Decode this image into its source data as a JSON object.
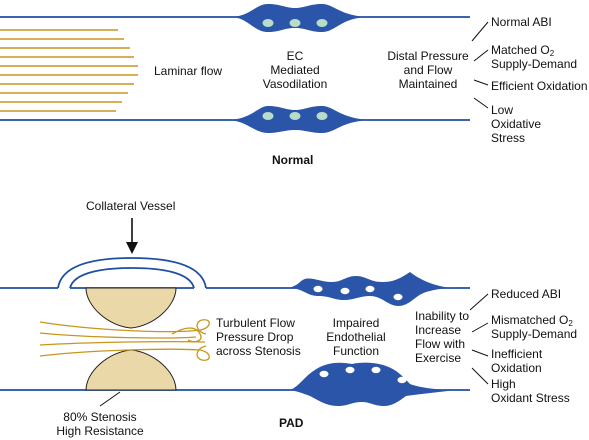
{
  "normal": {
    "title": "Normal",
    "laminar_flow": "Laminar flow",
    "ec_line1": "EC",
    "ec_line2": "Mediated",
    "ec_line3": "Vasodilation",
    "distal_line1": "Distal Pressure",
    "distal_line2": "and Flow",
    "distal_line3": "Maintained",
    "outcome_abi": "Normal ABI",
    "outcome_supply_pre": "Matched O",
    "outcome_supply_sub": "2",
    "outcome_supply_line2": "Supply-Demand",
    "outcome_oxidation": "Efficient Oxidation",
    "outcome_stress_line1": "Low",
    "outcome_stress_line2": "Oxidative",
    "outcome_stress_line3": "Stress"
  },
  "pad": {
    "title": "PAD",
    "collateral": "Collateral Vessel",
    "turbulent_line1": "Turbulent Flow",
    "turbulent_line2": "Pressure Drop",
    "turbulent_line3": "across Stenosis",
    "impaired_line1": "Impaired",
    "impaired_line2": "Endothelial",
    "impaired_line3": "Function",
    "inability_line1": "Inability to",
    "inability_line2": "Increase",
    "inability_line3": "Flow with",
    "inability_line4": "Exercise",
    "stenosis_line1": "80% Stenosis",
    "stenosis_line2": "High Resistance",
    "outcome_abi": "Reduced ABI",
    "outcome_supply_pre": "Mismatched O",
    "outcome_supply_sub": "2",
    "outcome_supply_line2": "Supply-Demand",
    "outcome_oxidation_line1": "Inefficient",
    "outcome_oxidation_line2": "Oxidation",
    "outcome_stress_line1": "High",
    "outcome_stress_line2": "Oxidant Stress"
  },
  "colors": {
    "vessel_wall": "#1e4fa3",
    "endothelial_cell": "#2a55a8",
    "nucleus_normal": "#b8dcc8",
    "nucleus_pad": "#ffffff",
    "plaque": "#ead8a8",
    "laminar_lines": "#c8961e",
    "turbulent_lines": "#c8961e"
  }
}
